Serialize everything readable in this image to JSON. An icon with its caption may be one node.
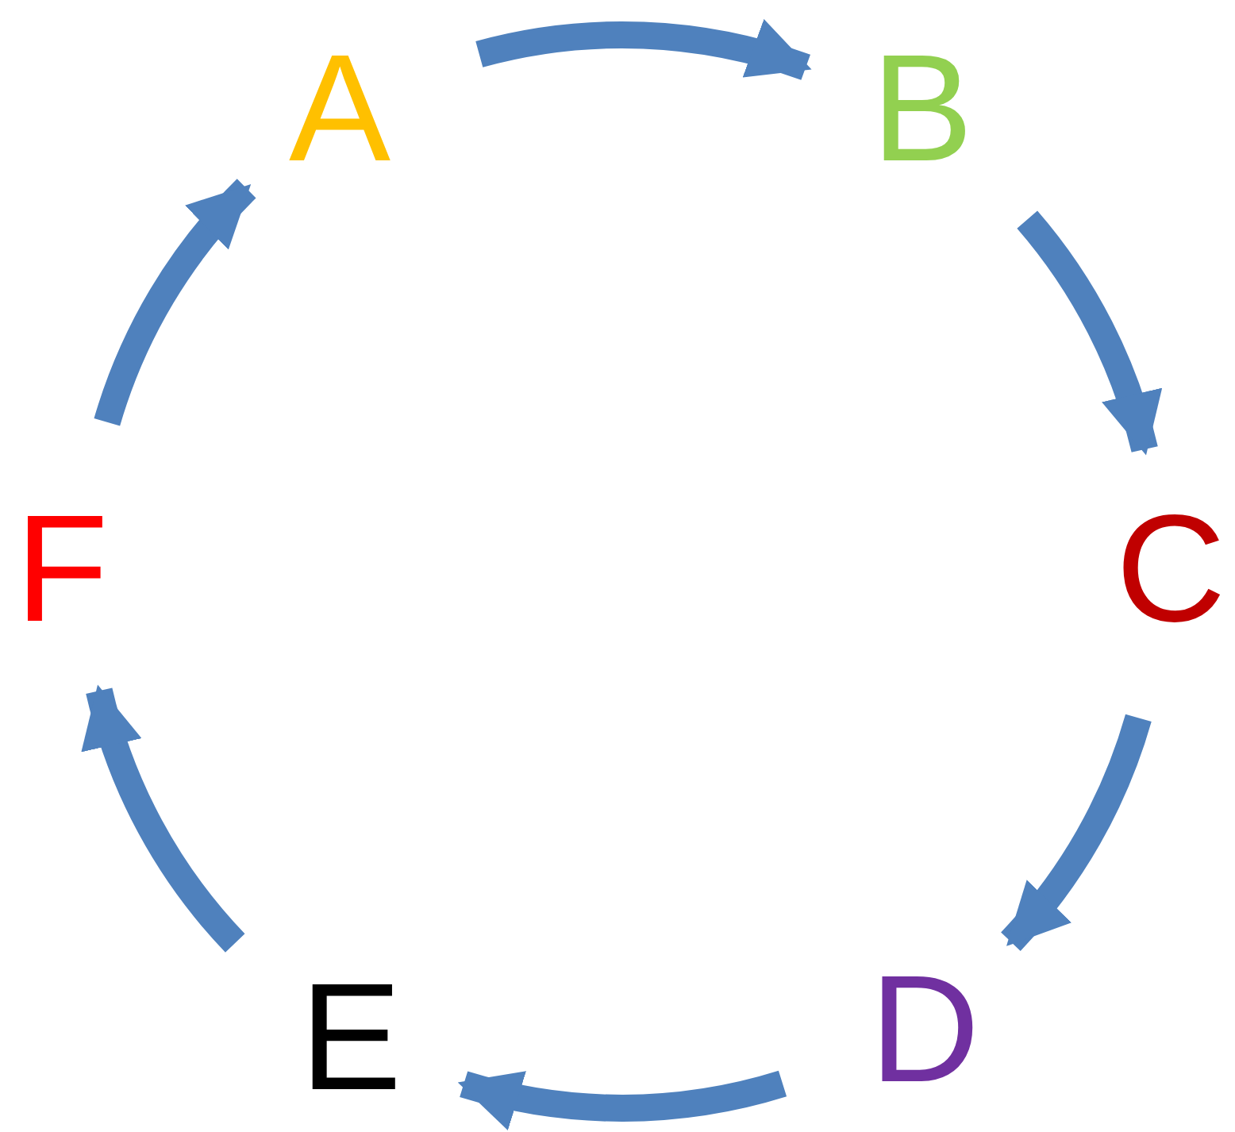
{
  "diagram": {
    "nodes": [
      {
        "text": [
          "A"
        ]
      },
      {
        "text": [
          "B"
        ]
      },
      {
        "text": [
          "C"
        ]
      },
      {
        "text": [
          "D"
        ]
      },
      {
        "text": [
          "E"
        ]
      },
      {
        "text": [
          "F"
        ]
      }
    ],
    "edges": [
      {
        "from": 0,
        "to": 1,
        "arrow": "to"
      },
      {
        "from": 1,
        "to": 2,
        "arrow": "to"
      },
      {
        "from": 2,
        "to": 3,
        "arrow": "to"
      },
      {
        "from": 3,
        "to": 4,
        "arrow": "to"
      },
      {
        "from": 4,
        "to": 5,
        "arrow": "to"
      },
      {
        "from": 5,
        "to": 0,
        "arrow": "to"
      }
    ]
  }
}
